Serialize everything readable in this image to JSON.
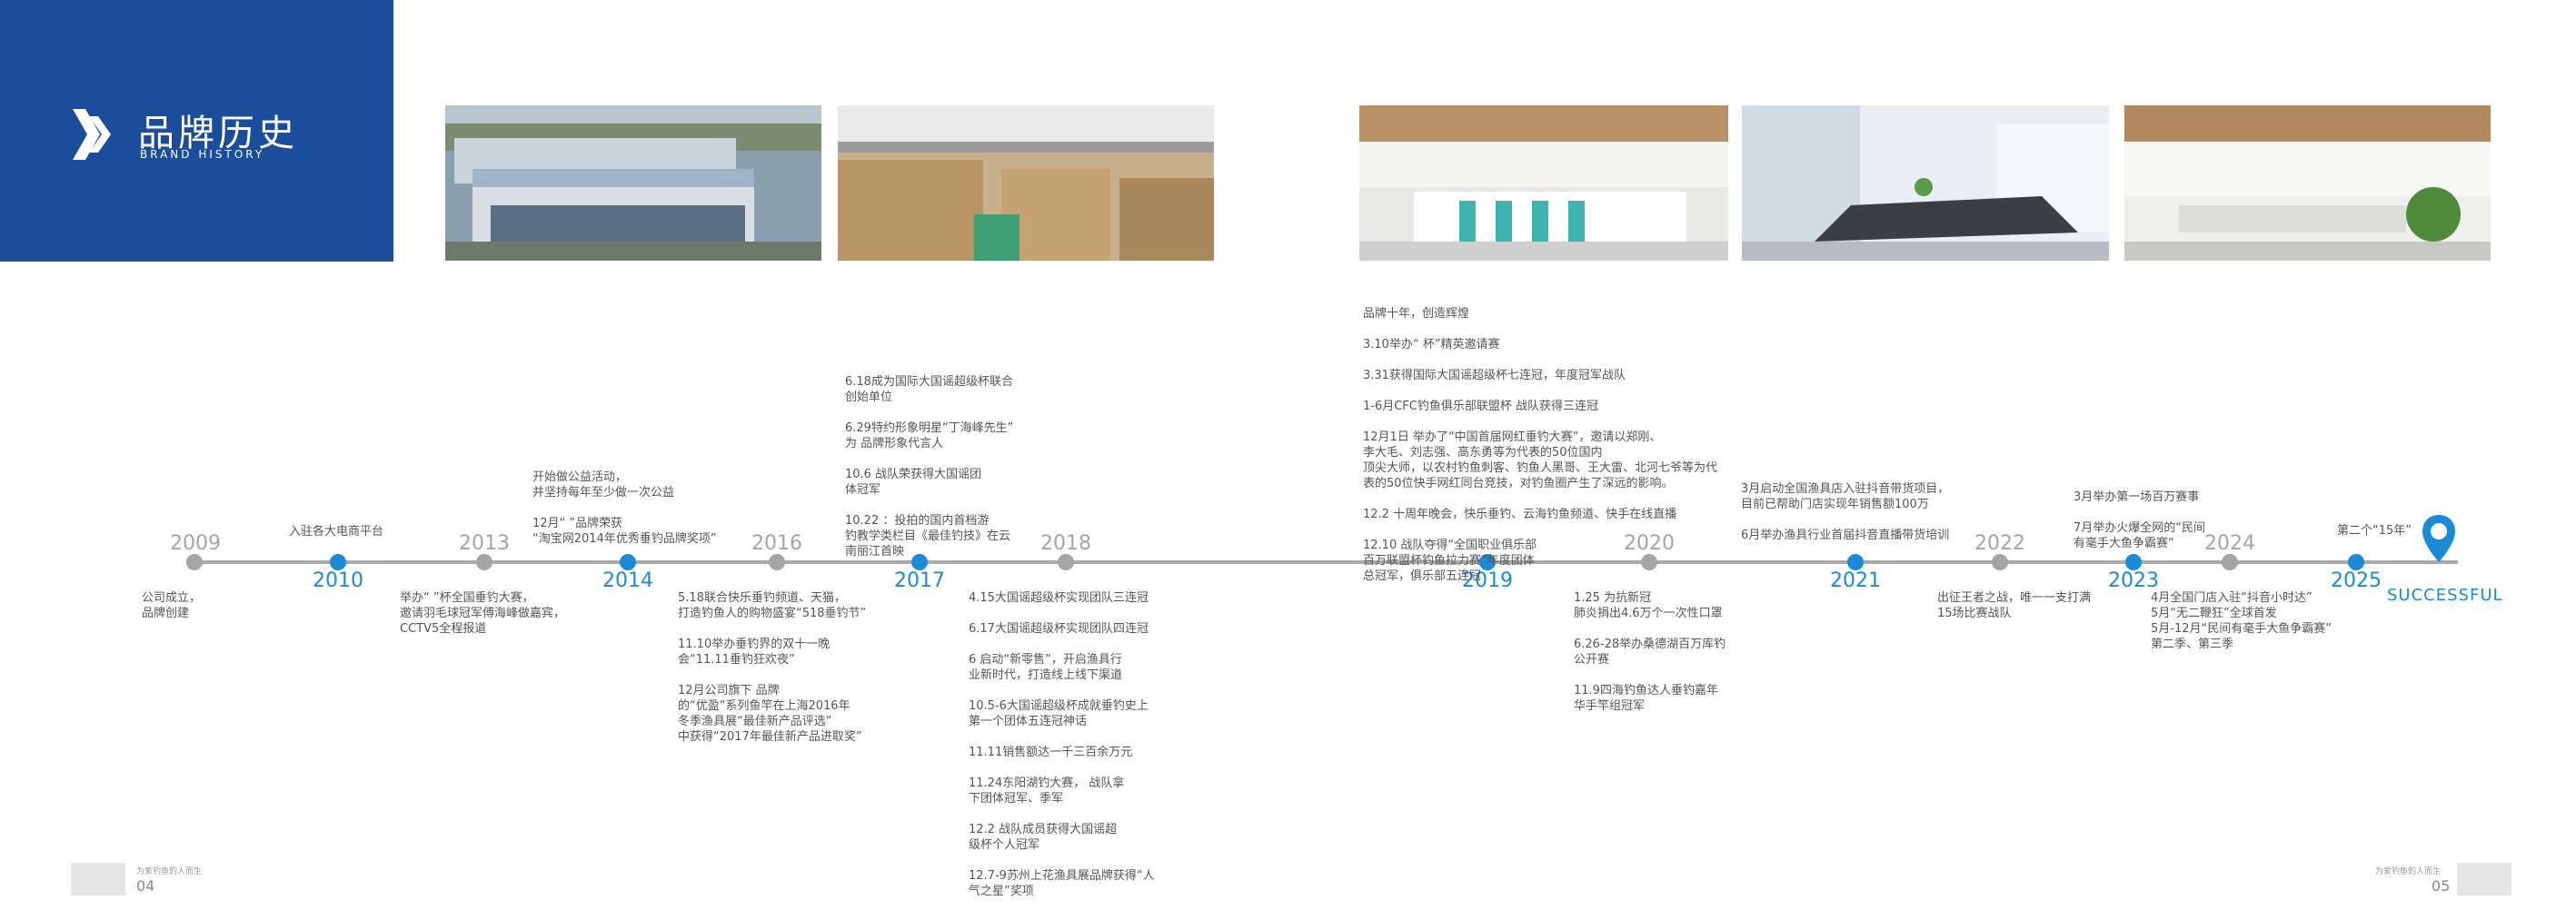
{
  "header": {
    "title": "品牌历史",
    "subtitle": "BRAND HISTORY"
  },
  "timeline": {
    "years": [
      "2009",
      "2010",
      "2013",
      "2014",
      "2016",
      "2017",
      "2018",
      "2019",
      "2020",
      "2021",
      "2022",
      "2023",
      "2024",
      "2025"
    ],
    "end_label": "SUCCESSFUL"
  },
  "notes": {
    "y2009": "公司成立，\n      品牌创建",
    "y2010": "入驻各大电商平台",
    "y2013": "举办“      ”杯全国垂钓大赛，\n邀请羽毛球冠军傅海峰做嘉宾，\nCCTV5全程报道",
    "y2014": "开始做公益活动，\n并坚持每年至少做一次公益\n\n12月“        ”品牌荣获\n“淘宝网2014年优秀垂钓品牌奖项”",
    "y2016": "5.18联合快乐垂钓频道、天猫，\n打造钓鱼人的购物盛宴“518垂钓节”\n\n11.10举办垂钓界的双十一晚\n会“11.11垂钓狂欢夜”\n\n12月公司旗下          品牌\n的“优盈”系列鱼竿在上海2016年\n冬季渔具展“最佳新产品评选”\n中获得“2017年最佳新产品进取奖”",
    "y2017": "6.18成为国际大国谣超级杯联合\n创始单位\n\n6.29特约形象明星“丁海峰先生”\n为          品牌形象代言人\n\n10.6           战队荣获得大国谣团\n体冠军\n\n10.22          ：投拍的国内首档游\n钓教学类栏目《最佳钓技》在云\n南丽江首映",
    "y2018": "4.15大国谣超级杯实现团队三连冠\n\n6.17大国谣超级杯实现团队四连冠\n\n6          启动“新零售”，开启渔具行\n业新时代，打造线上线下渠道\n\n10.5-6大国谣超级杯成就垂钓史上\n第一个团体五连冠神话\n\n11.11销售额达一千三百余万元\n\n11.24东阳湖钓大赛，          战队拿\n下团体冠军、季军\n\n12.2          战队成员获得大国谣超\n级杯个人冠军\n\n12.7-9苏州上花渔具展品牌获得“人\n气之星”奖项",
    "y2019": "品牌十年，创造辉煌\n\n3.10举办“          杯”精英邀请赛\n\n3.31获得国际大国谣超级杯七连冠，年度冠军战队\n\n1-6月CFC钓鱼俱乐部联盟杯          战队获得三连冠\n\n12月1日 举办了“中国首届网红垂钓大赛”，邀请以郑刚、\n李大毛、刘志强、高东勇等为代表的50位国内\n顶尖大师，以农村钓鱼刺客、钓鱼人黑哥、王大雷、北河七爷等为代\n表的50位快手网红同台竞技，对钓鱼圈产生了深远的影响。\n\n12.2          十周年晚会，快乐垂钓、云海钓鱼频道、快手在线直播\n\n12.10          战队夺得“全国职业俱乐部\n百万联盟杯钓鱼拉力赛”年度团体\n总冠军，俱乐部五连冠",
    "y2020": "1.25          为抗新冠\n肺炎捐出4.6万个一次性口罩\n\n6.26-28举办桑德湖百万库钓\n公开赛\n\n11.9四海钓鱼达人垂钓嘉年\n华手竿组冠军",
    "y2021": "3月启动全国渔具店入驻抖音带货项目，\n目前已帮助门店实现年销售额100万\n\n6月举办渔具行业首届抖音直播带货培训",
    "y2022": "出征王者之战，唯一一支打满\n15场比赛战队",
    "y2023": "3月举办第一场百万赛事\n\n7月举办火爆全网的“民间\n有毫手大鱼争霸赛”",
    "y2024": "4月全国门店入驻“抖音小时达”\n5月“无二鞭狂”全球首发\n5月-12月“民间有毫手大鱼争霸赛”\n第二季、第三季",
    "y2025": "第二个“15年”"
  },
  "footer": {
    "left_page": "04",
    "right_page": "05",
    "left_caption": "为爱钓鱼的人而生",
    "right_caption": "为爱钓鱼的人而生"
  }
}
